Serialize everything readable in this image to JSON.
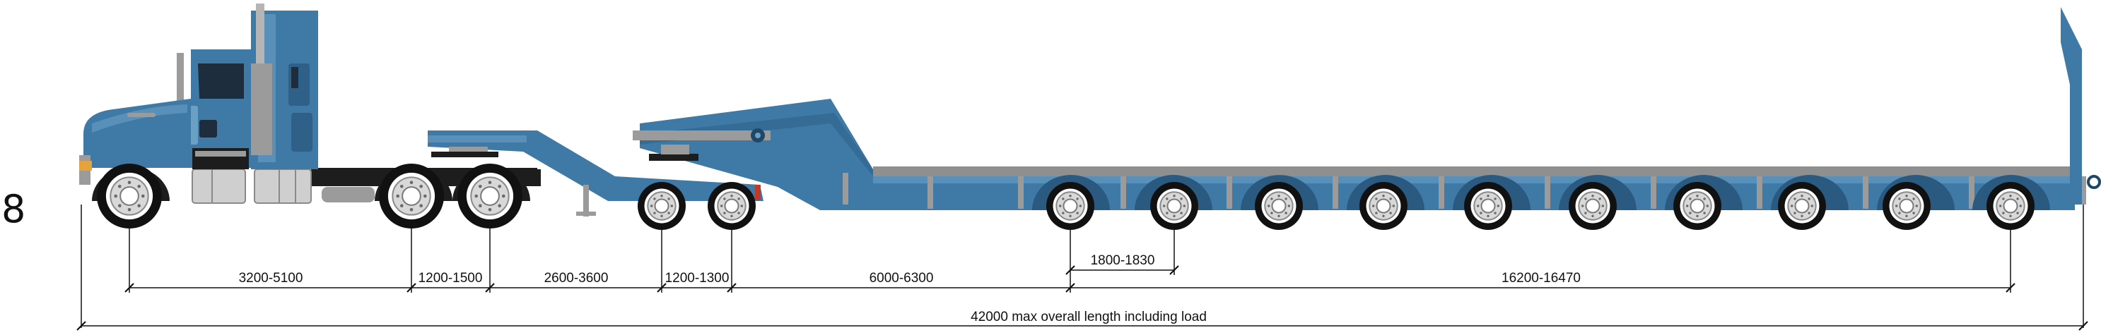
{
  "side_label": "8",
  "dimensions": {
    "tractor_front_to_drive": "3200-5100",
    "drive_axle_spacing": "1200-1500",
    "drive_to_dolly": "2600-3600",
    "dolly_axle_spacing": "1200-1300",
    "dolly_to_trailer": "6000-6300",
    "trailer_axle_spacing": "1800-1830",
    "trailer_axle_group": "16200-16470",
    "overall_length": "42000 max overall length including load"
  },
  "colors": {
    "truck_blue": "#3f7aa6",
    "truck_blue_dark": "#2e6088",
    "truck_blue_light": "#6a9fc6",
    "chassis_black": "#1d1d1d",
    "steel_gray": "#9b9b9b",
    "tire": "#111111",
    "line": "#111111"
  },
  "icons": {
    "tractor": "prime-mover-truck-icon",
    "dolly": "jinker-dolly-icon",
    "trailer": "low-loader-trailer-icon",
    "wheel": "wheel-icon"
  }
}
